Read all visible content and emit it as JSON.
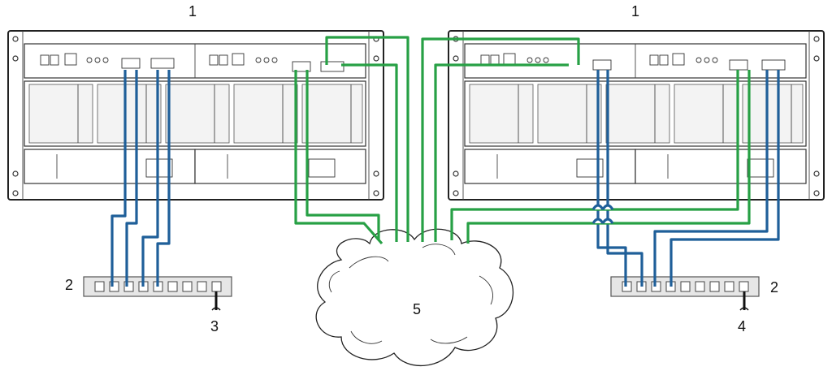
{
  "callouts": {
    "storage_left": "1",
    "storage_right": "1",
    "switch_left": "2",
    "switch_right": "2",
    "cable_left": "3",
    "cable_right": "4",
    "network_cloud": "5"
  },
  "colors": {
    "blue_cable": "#1f5f99",
    "green_cable": "#27a045",
    "switch_fill": "#e6e6e6",
    "outline": "#222222"
  },
  "switch_port_count": 9
}
